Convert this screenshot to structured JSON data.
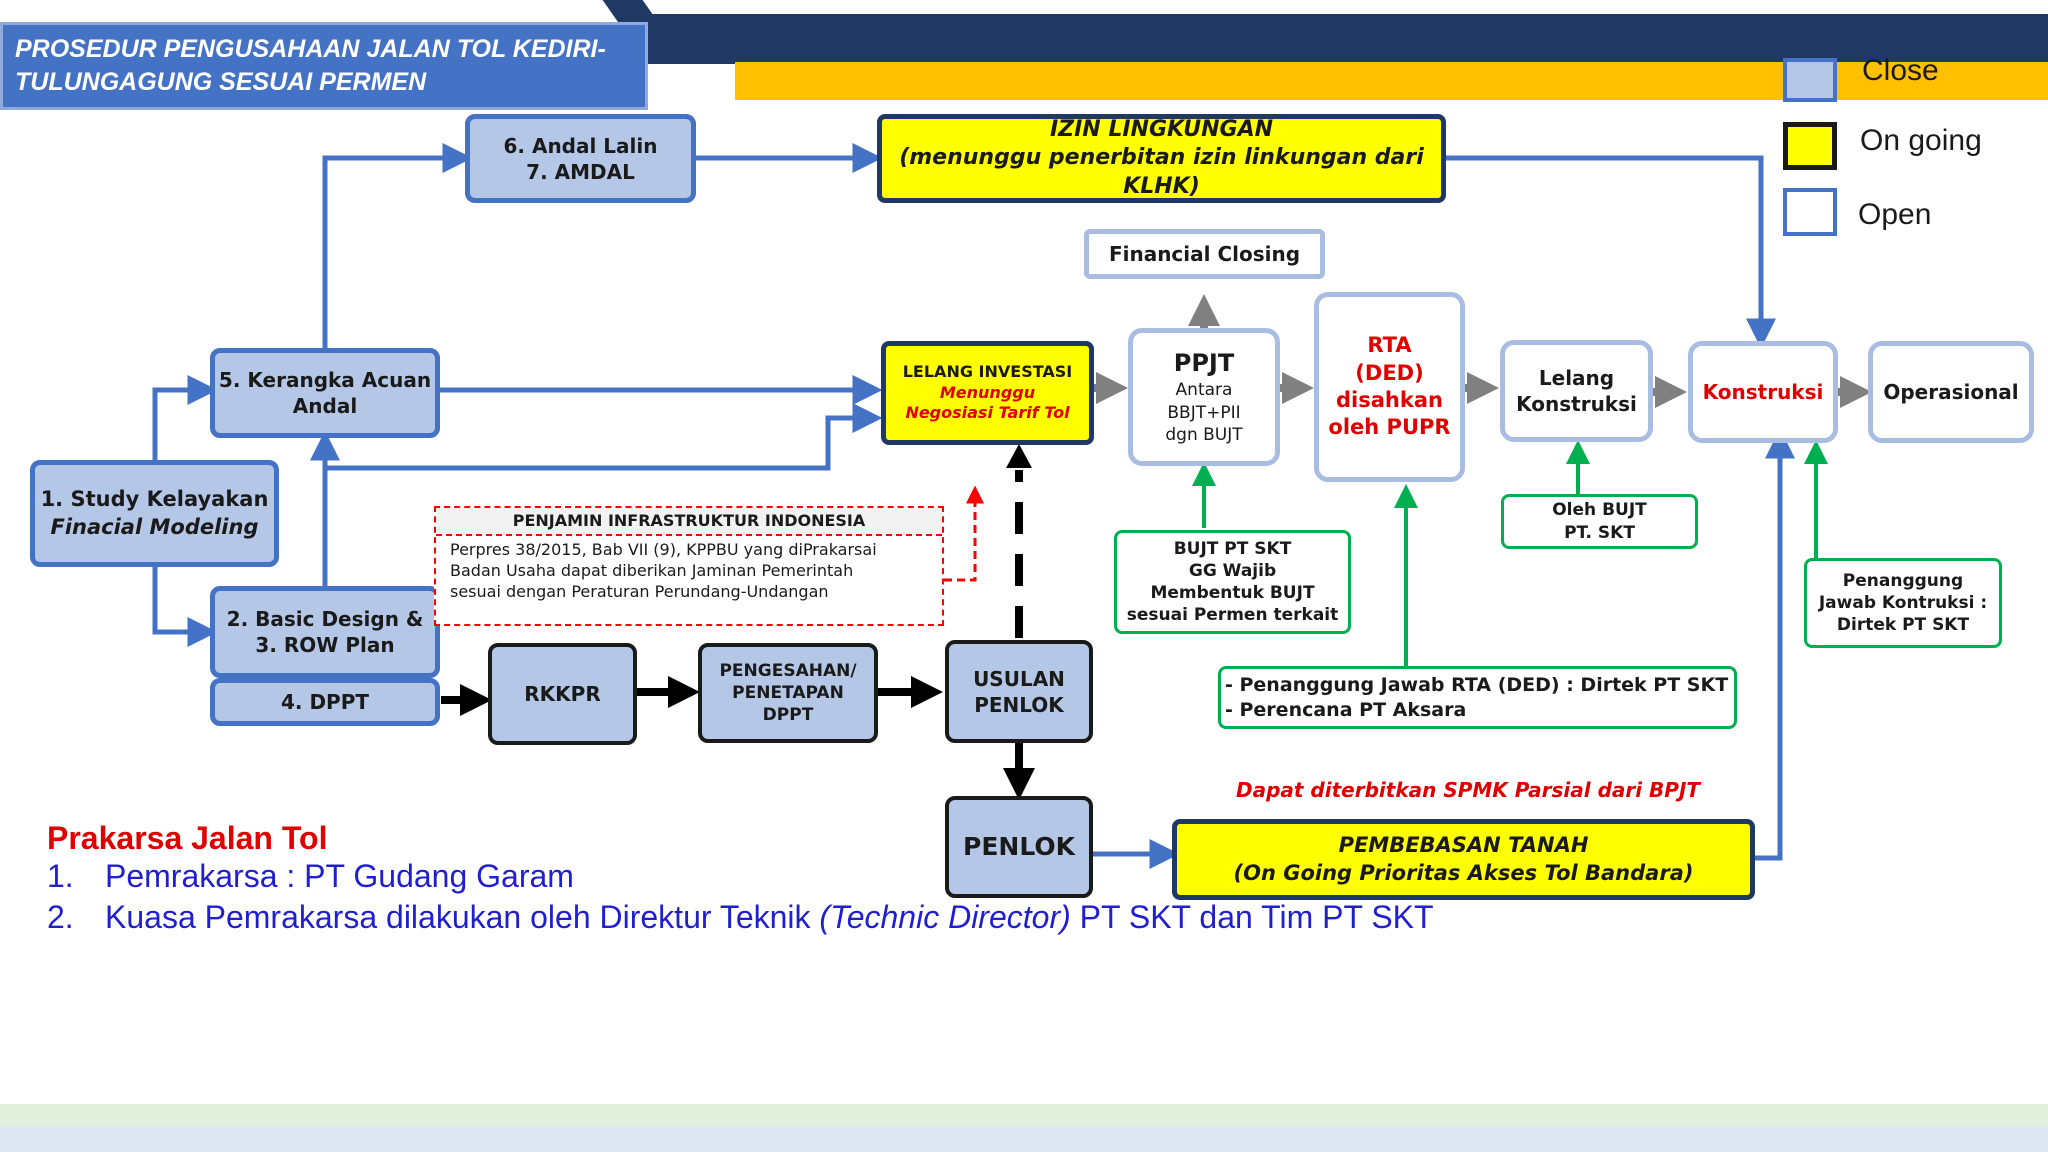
{
  "header": {
    "title_line1": "PROSEDUR PENGUSAHAAN JALAN TOL KEDIRI-",
    "title_line2": "TULUNGAGUNG SESUAI PERMEN"
  },
  "legend": {
    "close": "Close",
    "ongoing": "On going",
    "open": "Open"
  },
  "colors": {
    "close_fill": "#b4c7e7",
    "close_border": "#4472c4",
    "ongoing_fill": "#ffff00",
    "ongoing_border": "#203864",
    "open_border": "#a9bde3",
    "green": "#00b050",
    "red": "#e00000",
    "navy": "#1f3864",
    "gold": "#ffc000"
  },
  "nodes": {
    "study": {
      "l1": "1. Study Kelayakan",
      "l2": "Finacial Modeling"
    },
    "kerangka": {
      "l1": "5. Kerangka Acuan",
      "l2": "Andal"
    },
    "andal": {
      "l1": "6. Andal Lalin",
      "l2": "7. AMDAL"
    },
    "basic": {
      "l1": "2. Basic Design &",
      "l2": "3. ROW Plan"
    },
    "dppt": {
      "l1": "4. DPPT"
    },
    "rkkpr": {
      "l1": "RKKPR"
    },
    "pengesahan": {
      "l1": "PENGESAHAN/",
      "l2": "PENETAPAN",
      "l3": "DPPT"
    },
    "usulan": {
      "l1": "USULAN",
      "l2": "PENLOK"
    },
    "penlok": {
      "l1": "PENLOK"
    },
    "izin": {
      "l1": "IZIN LINGKUNGAN",
      "l2": "(menunggu  penerbitan  izin  linkungan  dari  KLHK)"
    },
    "lelang_inv": {
      "l1": "LELANG INVESTASI",
      "l2": "Menunggu",
      "l3": "Negosiasi  Tarif Tol"
    },
    "fin_closing": {
      "l1": "Financial Closing"
    },
    "ppjt": {
      "l1": "PPJT",
      "l2": "Antara",
      "l3": "BBJT+PII",
      "l4": "dgn BUJT"
    },
    "rta": {
      "l1": "RTA",
      "l2": "(DED)",
      "l3": "disahkan",
      "l4": "oleh PUPR"
    },
    "lelang_kon": {
      "l1": "Lelang",
      "l2": "Konstruksi"
    },
    "konstruksi": {
      "l1": "Konstruksi"
    },
    "operasional": {
      "l1": "Operasional"
    },
    "pembebasan": {
      "l1": "PEMBEBASAN  TANAH",
      "l2": "(On Going  Prioritas  Akses  Tol  Bandara)"
    }
  },
  "notes": {
    "pii_title": "PENJAMIN  INFRASTRUKTUR  INDONESIA",
    "pii_l1": "Perpres  38/2015,  Bab  VII  (9),  KPPBU  yang  diPrakarsai",
    "pii_l2": "Badan   Usaha   dapat   diberikan   Jaminan   Pemerintah",
    "pii_l3": "sesuai dengan Peraturan Perundang-Undangan",
    "bujt_l1": "BUJT  PT SKT",
    "bujt_l2": "GG  Wajib",
    "bujt_l3": "Membentuk BUJT",
    "bujt_l4": "sesuai Permen terkait",
    "oleh_l1": "Oleh BUJT",
    "oleh_l2": "PT. SKT",
    "penanggung_l1": "Penanggung",
    "penanggung_l2": "Jawab Kontruksi  :",
    "penanggung_l3": "Dirtek PT SKT",
    "rta_pj_l1": "- Penanggung Jawab RTA (DED) : Dirtek PT SKT",
    "rta_pj_l2": "- Perencana PT Aksara",
    "spmk": "Dapat  diterbitkan SPMK Parsial dari BPJT"
  },
  "prakarsa": {
    "title": "Prakarsa Jalan Tol",
    "n1": "1.",
    "i1": "Pemrakarsa  : PT Gudang  Garam",
    "n2": "2.",
    "i2_a": "Kuasa Pemrakarsa  dilakukan  oleh Direktur  Teknik",
    "i2_b": "(Technic Director)",
    "i2_c": "PT SKT dan Tim PT SKT"
  }
}
